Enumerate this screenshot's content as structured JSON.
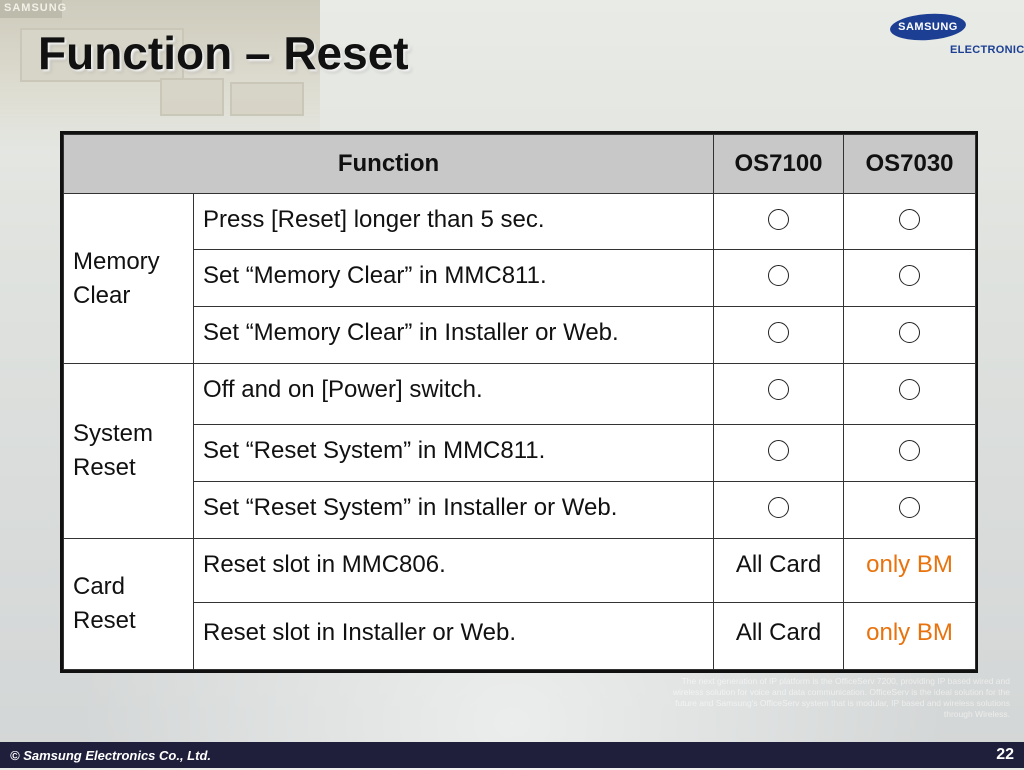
{
  "slide": {
    "title": "Function – Reset",
    "logo": {
      "word": "SAMSUNG",
      "sub": "ELECTRONICS"
    },
    "header_strip_text": "SAMSUNG",
    "faded_text": "The next generation of IP platform is the OfficeServ 7200, providing IP based wired and wireless solution for voice and data communication. OfficeServ is the ideal solution for the future and Samsung's OfficeServ system that is modular, IP based and wireless solutions through Wireless.",
    "footer": {
      "copyright": "© Samsung Electronics Co., Ltd.",
      "page_number": "22"
    }
  },
  "table": {
    "headers": {
      "function": "Function",
      "col1": "OS7100",
      "col2": "OS7030"
    },
    "groups": [
      {
        "name_line1": "Memory",
        "name_line2": "Clear",
        "rows": [
          {
            "desc": "Press [Reset] longer than 5 sec.",
            "c1": "circle",
            "c2": "circle"
          },
          {
            "desc": "Set “Memory Clear” in MMC811.",
            "c1": "circle",
            "c2": "circle"
          },
          {
            "desc": "Set “Memory Clear” in Installer or Web.",
            "c1": "circle",
            "c2": "circle"
          }
        ]
      },
      {
        "name_line1": "System",
        "name_line2": "Reset",
        "rows": [
          {
            "desc": "Off and on [Power] switch.",
            "c1": "circle",
            "c2": "circle"
          },
          {
            "desc": "Set “Reset System” in MMC811.",
            "c1": "circle",
            "c2": "circle"
          },
          {
            "desc": "Set “Reset System” in Installer or Web.",
            "c1": "circle",
            "c2": "circle"
          }
        ]
      },
      {
        "name_line1": "Card",
        "name_line2": "Reset",
        "rows": [
          {
            "desc": "Reset slot in MMC806.",
            "c1": "All Card",
            "c2": "only BM"
          },
          {
            "desc": "Reset slot in Installer or Web.",
            "c1": "All Card",
            "c2": "only BM"
          }
        ]
      }
    ],
    "highlight_color": "#e8730e"
  }
}
